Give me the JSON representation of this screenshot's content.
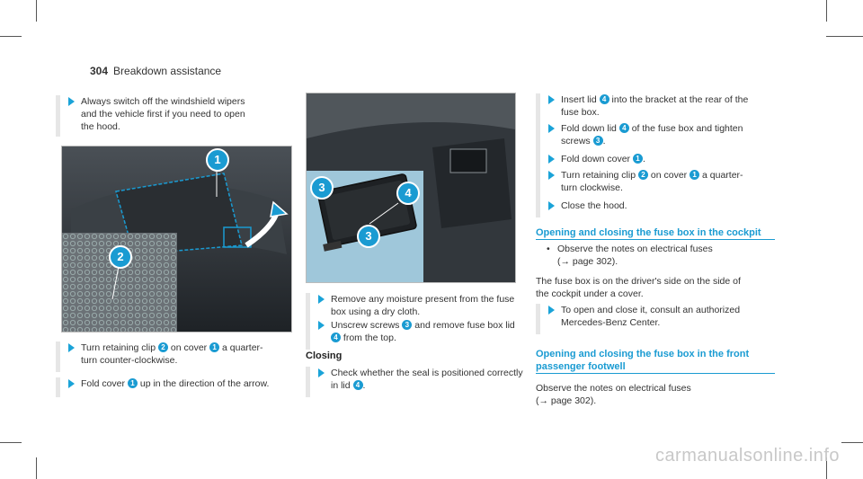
{
  "header": {
    "page_number": "304",
    "section": "Breakdown assistance"
  },
  "left": {
    "intro_step": "Always switch off the windshield wipers\nand the vehicle first if you need to open\nthe hood.",
    "steps": [
      {
        "parts": [
          "Turn retaining clip ",
          "2",
          " on cover ",
          "1",
          " a quarter-\nturn counter-clockwise."
        ]
      },
      {
        "parts": [
          "Fold cover ",
          "1",
          " up in the direction of the arrow."
        ]
      }
    ],
    "callouts": [
      "1",
      "2"
    ]
  },
  "middle": {
    "callouts": [
      "3",
      "4",
      "3"
    ],
    "steps": [
      {
        "parts": [
          "Remove any moisture present from the fuse\nbox using a dry cloth."
        ]
      },
      {
        "parts": [
          "Unscrew screws ",
          "3",
          " and remove fuse box lid\n",
          "4",
          " from the top."
        ]
      }
    ],
    "closing_heading": "Closing",
    "closing_steps": [
      {
        "parts": [
          "Check whether the seal is positioned correctly\nin lid ",
          "4",
          "."
        ]
      }
    ]
  },
  "right": {
    "steps": [
      {
        "parts": [
          "Insert lid ",
          "4",
          " into the bracket at the rear of the\nfuse box."
        ]
      },
      {
        "parts": [
          "Fold down lid ",
          "4",
          " of the fuse box and tighten\nscrews ",
          "3",
          "."
        ]
      },
      {
        "parts": [
          "Fold down cover ",
          "1",
          "."
        ]
      },
      {
        "parts": [
          "Turn retaining clip ",
          "2",
          " on cover ",
          "1",
          " a quarter-\nturn clockwise."
        ]
      },
      {
        "parts": [
          "Close the hood."
        ]
      }
    ],
    "cockpit_heading": "Opening and closing the fuse box in the cockpit",
    "cockpit_bullet": "Observe the notes on electrical fuses\n(→ page 302).",
    "cockpit_text": "The fuse box is on the driver's side on the side of\nthe cockpit under a cover.",
    "cockpit_step": "To open and close it, consult an authorized\nMercedes-Benz Center.",
    "footwell_heading_1": "Opening and closing the fuse box in the front",
    "footwell_heading_2": "passenger footwell",
    "footwell_text": "Observe the notes on electrical fuses\n(→ page 302)."
  },
  "watermark": "carmanualsonline.info",
  "colors": {
    "accent": "#1a9bd2",
    "text": "#333333"
  }
}
